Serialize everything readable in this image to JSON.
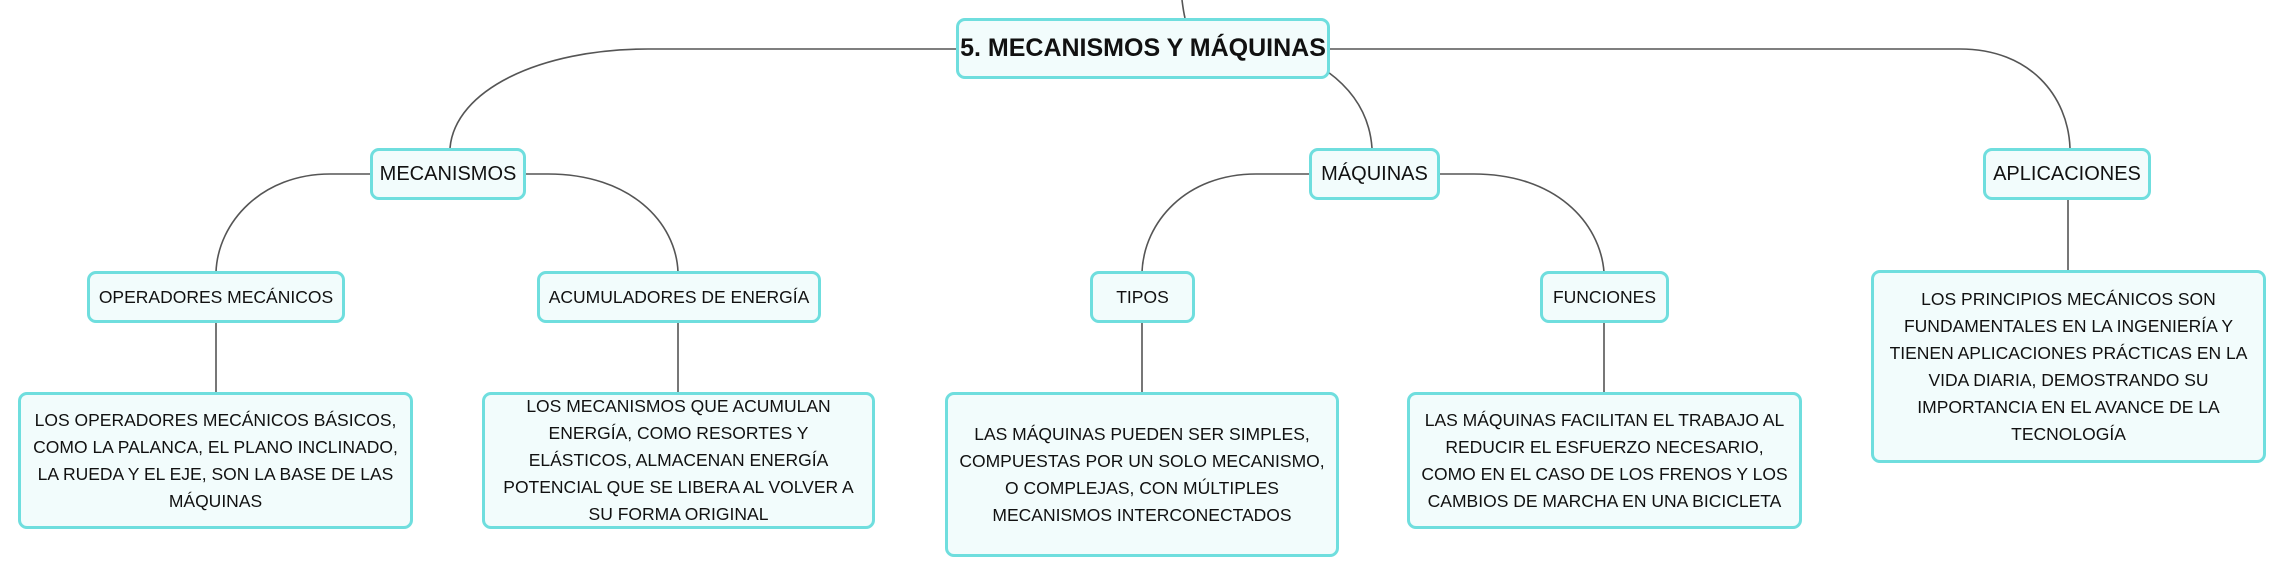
{
  "root": {
    "label": "5. MECANISMOS Y MÁQUINAS"
  },
  "branches": {
    "mecanismos": {
      "label": "MECANISMOS",
      "operadores": {
        "label": "OPERADORES MECÁNICOS",
        "description": "LOS OPERADORES MECÁNICOS BÁSICOS, COMO LA PALANCA, EL PLANO INCLINADO, LA RUEDA Y EL EJE, SON LA BASE DE LAS MÁQUINAS"
      },
      "acumuladores": {
        "label": "ACUMULADORES DE ENERGÍA",
        "description": "LOS MECANISMOS QUE ACUMULAN ENERGÍA, COMO RESORTES Y ELÁSTICOS, ALMACENAN ENERGÍA POTENCIAL QUE SE LIBERA AL VOLVER A SU FORMA ORIGINAL"
      }
    },
    "maquinas": {
      "label": "MÁQUINAS",
      "tipos": {
        "label": "TIPOS",
        "description": "LAS MÁQUINAS PUEDEN SER SIMPLES, COMPUESTAS POR UN SOLO MECANISMO, O COMPLEJAS, CON MÚLTIPLES MECANISMOS INTERCONECTADOS"
      },
      "funciones": {
        "label": "FUNCIONES",
        "description": "LAS MÁQUINAS FACILITAN EL TRABAJO AL REDUCIR EL ESFUERZO NECESARIO, COMO EN EL CASO DE LOS FRENOS Y LOS CAMBIOS DE MARCHA EN UNA BICICLETA"
      }
    },
    "aplicaciones": {
      "label": "APLICACIONES",
      "description": "LOS PRINCIPIOS MECÁNICOS SON FUNDAMENTALES EN LA INGENIERÍA Y TIENEN APLICACIONES PRÁCTICAS EN LA VIDA DIARIA, DEMOSTRANDO SU IMPORTANCIA EN EL AVANCE DE LA TECNOLOGÍA"
    }
  }
}
